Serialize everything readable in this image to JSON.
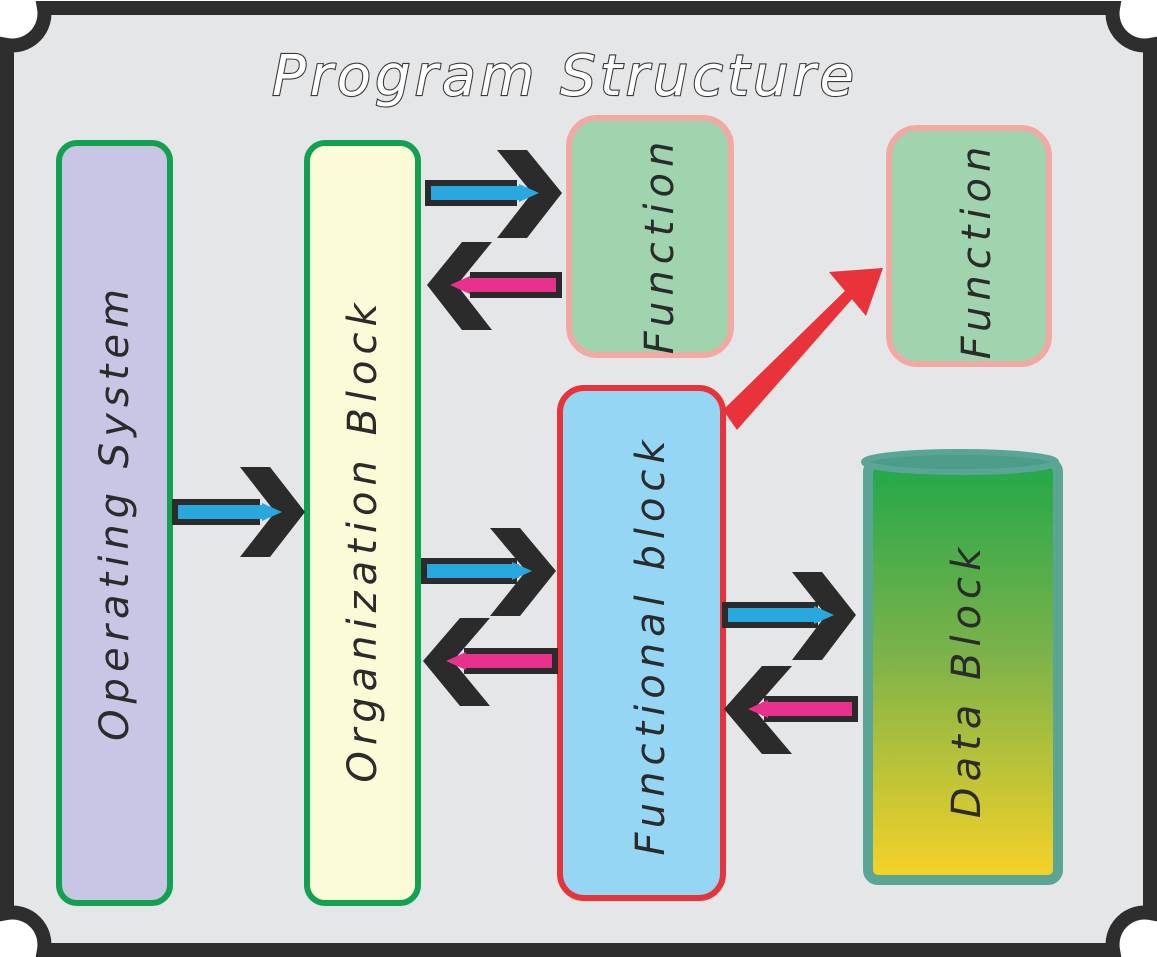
{
  "title": "Program Structure",
  "blocks": {
    "operating_system": "Operating System",
    "organization_block": "Organization Block",
    "function_top": "Function",
    "function_right": "Function",
    "functional_block": "Functional block",
    "data_block": "Data Block"
  },
  "colors": {
    "background": "#e5e6e8",
    "frame": "#2e2e2e",
    "operating_system_fill": "#c8c6e4",
    "organization_block_fill": "#fcfbd7",
    "block_border_green": "#12a150",
    "function_fill": "#a0d4ae",
    "function_border": "#f2a9a3",
    "functional_block_fill": "#95d6f5",
    "functional_block_border": "#e8333a",
    "arrow_forward": "#29a8e0",
    "arrow_back": "#e8318c",
    "arrow_outline": "#2b2b2b",
    "link_arrow": "#e8333a",
    "data_block_top": "#22a84a",
    "data_block_bottom": "#f7d228",
    "data_block_rim": "#5aa596"
  }
}
